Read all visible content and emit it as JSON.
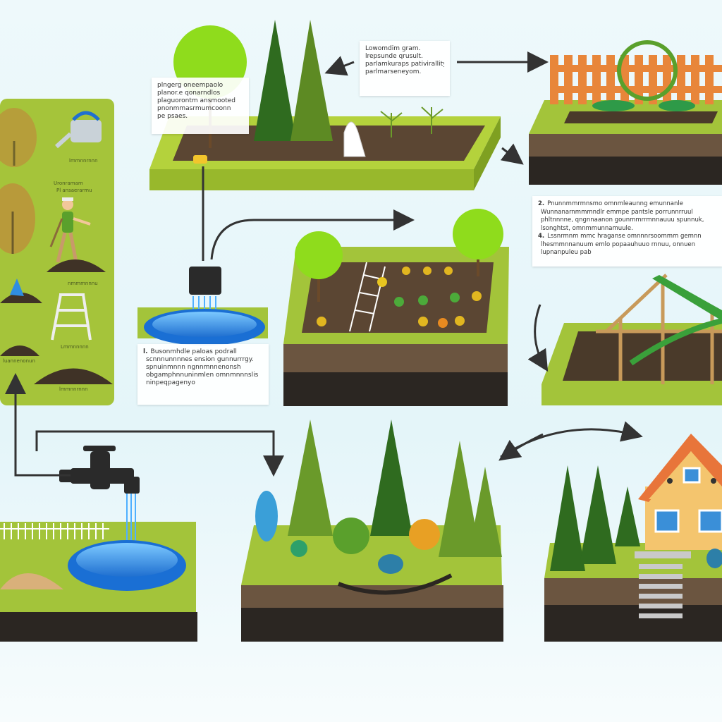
{
  "notes": {
    "top_center": [
      "Lowomdim gram.",
      "lrepsunde qrusult.",
      "parlamkuraps pativirallity",
      "parlmarseneyom."
    ],
    "top_left": [
      "plngerg oneempaolo",
      "planor.e qonarndlos",
      "plaguorontm ansmooted",
      "pnonmmasrmumcoonn",
      "pe psaes."
    ],
    "right_steps": [
      {
        "num": "2.",
        "text": "Pnunnmmrmnsmo omnmleaunng emunnanle"
      },
      {
        "num": "",
        "text": "Wunnanarnmmmndlr emmpe pantsle porrunnrruul"
      },
      {
        "num": "",
        "text": "phltnnnne, qngnnaanon gounmmrrmnnauuu spunnuk,"
      },
      {
        "num": "",
        "text": "lsonghtst, omnmmunnamuule."
      },
      {
        "num": "4.",
        "text": "Lssnrmnm mmc hraganse omnnnrsoommm gemnn"
      },
      {
        "num": "",
        "text": "lhesmmnnanuum emlo popaauhuuo rnnuu, onnuen"
      },
      {
        "num": "",
        "text": "lupnanpuleu pab"
      }
    ],
    "middle_left": [
      {
        "num": "l.",
        "text": "Busonmhdle paloas podrall"
      },
      {
        "num": "",
        "text": "scnnnunnnnes ension gunnurrrgy."
      },
      {
        "num": "",
        "text": "spnuinmnnn ngnnmnnenonsh"
      },
      {
        "num": "",
        "text": "obgamphnnuninmlen omnmnnnslis"
      },
      {
        "num": "",
        "text": "ninpeqpagenyo"
      }
    ]
  },
  "sidebar": {
    "labels": [
      "lmmnnrnnn",
      "Uronramam",
      "Pl ansaerarmu",
      "nmmmnnnu",
      "Lmmnnnnn",
      "luannenonun",
      "lmmnnrnnn"
    ]
  },
  "colors": {
    "grass": "#a3c43a",
    "grass_dark": "#8fb02e",
    "soil": "#5b4633",
    "soil_dark": "#2e2720",
    "tree_dark": "#2f6b1f",
    "tree_mid": "#5d8a23",
    "tree_light": "#8fdc1c",
    "water": "#2f8de0",
    "fence": "#e8863a",
    "house": "#f4c56e",
    "roof": "#e8753a",
    "arrow": "#333333"
  }
}
